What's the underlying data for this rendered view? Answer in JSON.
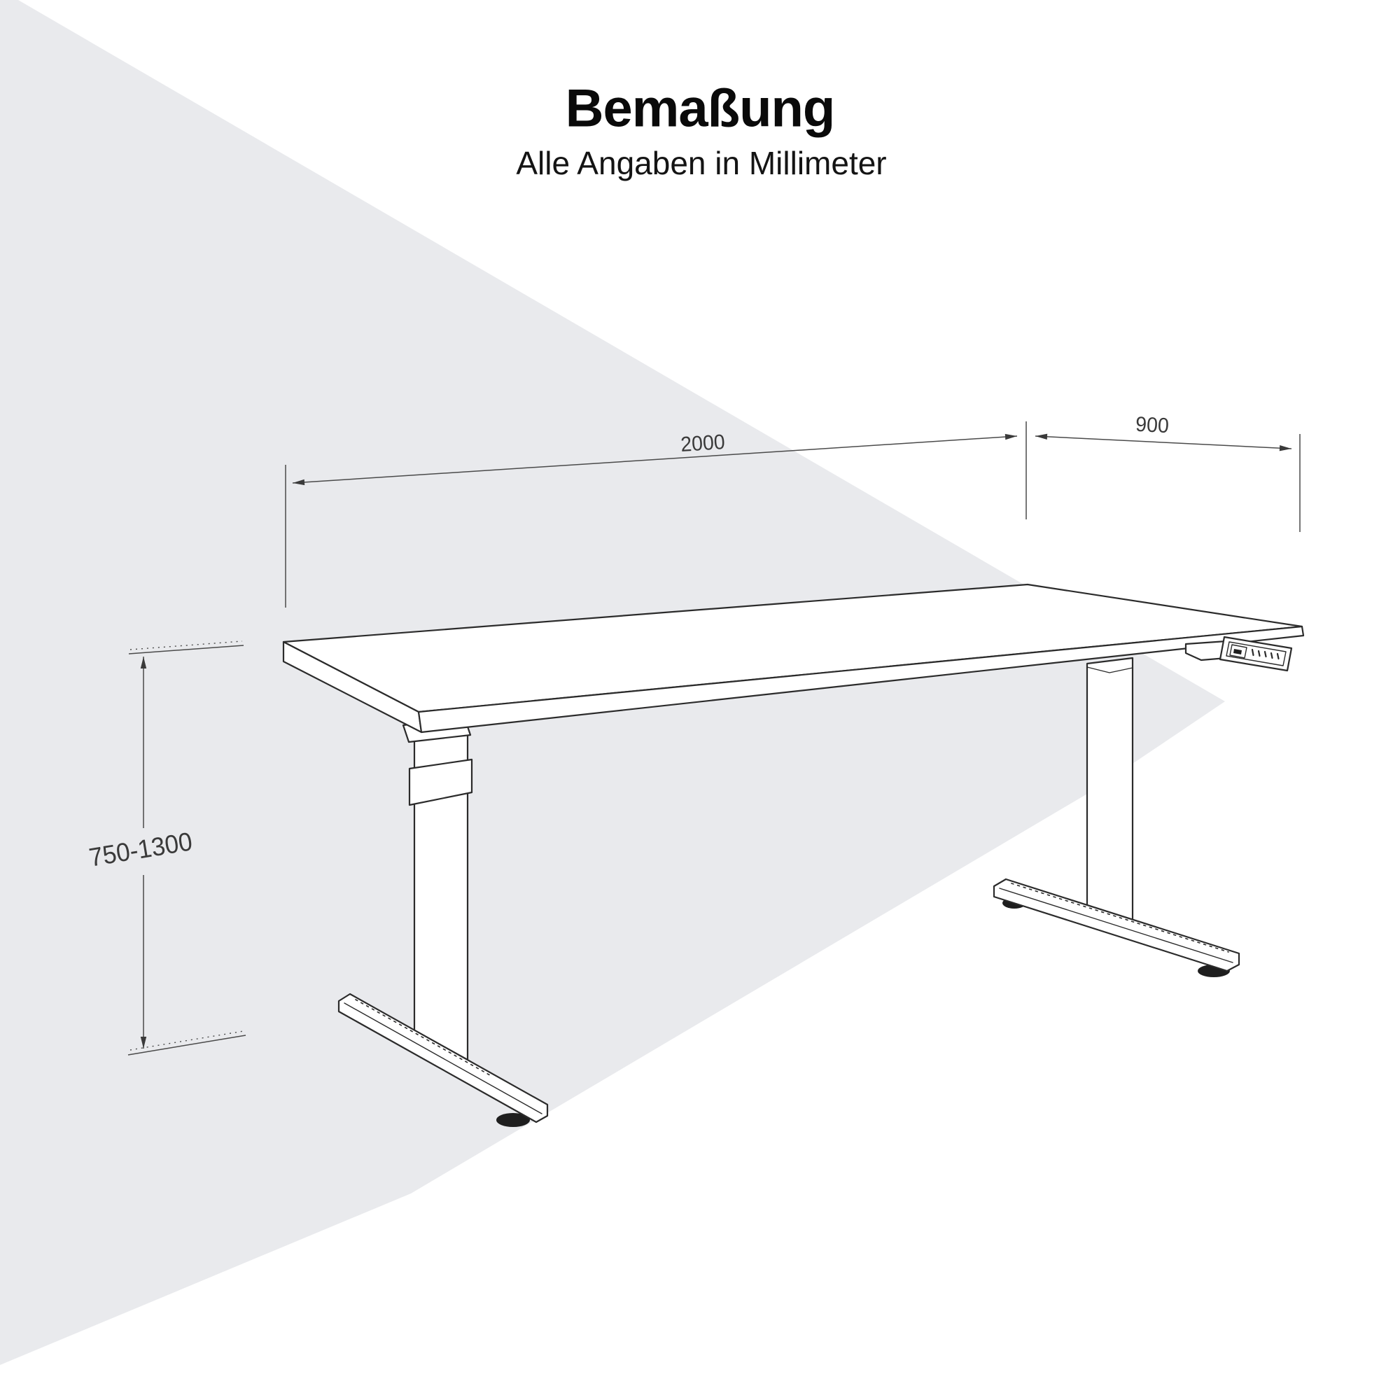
{
  "header": {
    "title": "Bemaßung",
    "subtitle": "Alle Angaben in Millimeter"
  },
  "dimensions": {
    "width_label": "2000",
    "depth_label": "900",
    "height_label": "750-1300"
  },
  "colors": {
    "canvas": "#ffffff",
    "wedge": "#e9eaed",
    "outline": "#2b2b2b",
    "dimension": "#4a4a4a",
    "glide": "#1e1e1e",
    "arrow": "#3a3a3a"
  }
}
